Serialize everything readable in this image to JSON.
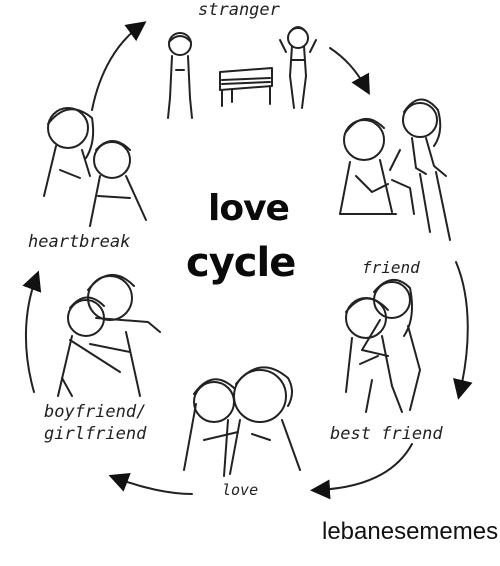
{
  "cycle": {
    "title_line1": "love",
    "title_line2": "cycle",
    "stages": {
      "stranger": "stranger",
      "friend": "friend",
      "best_friend": "best friend",
      "love": "love",
      "boyfriend": "boyfriend/",
      "girlfriend": "girlfriend",
      "heartbreak": "heartbreak"
    }
  },
  "watermark": "lebanesememes"
}
